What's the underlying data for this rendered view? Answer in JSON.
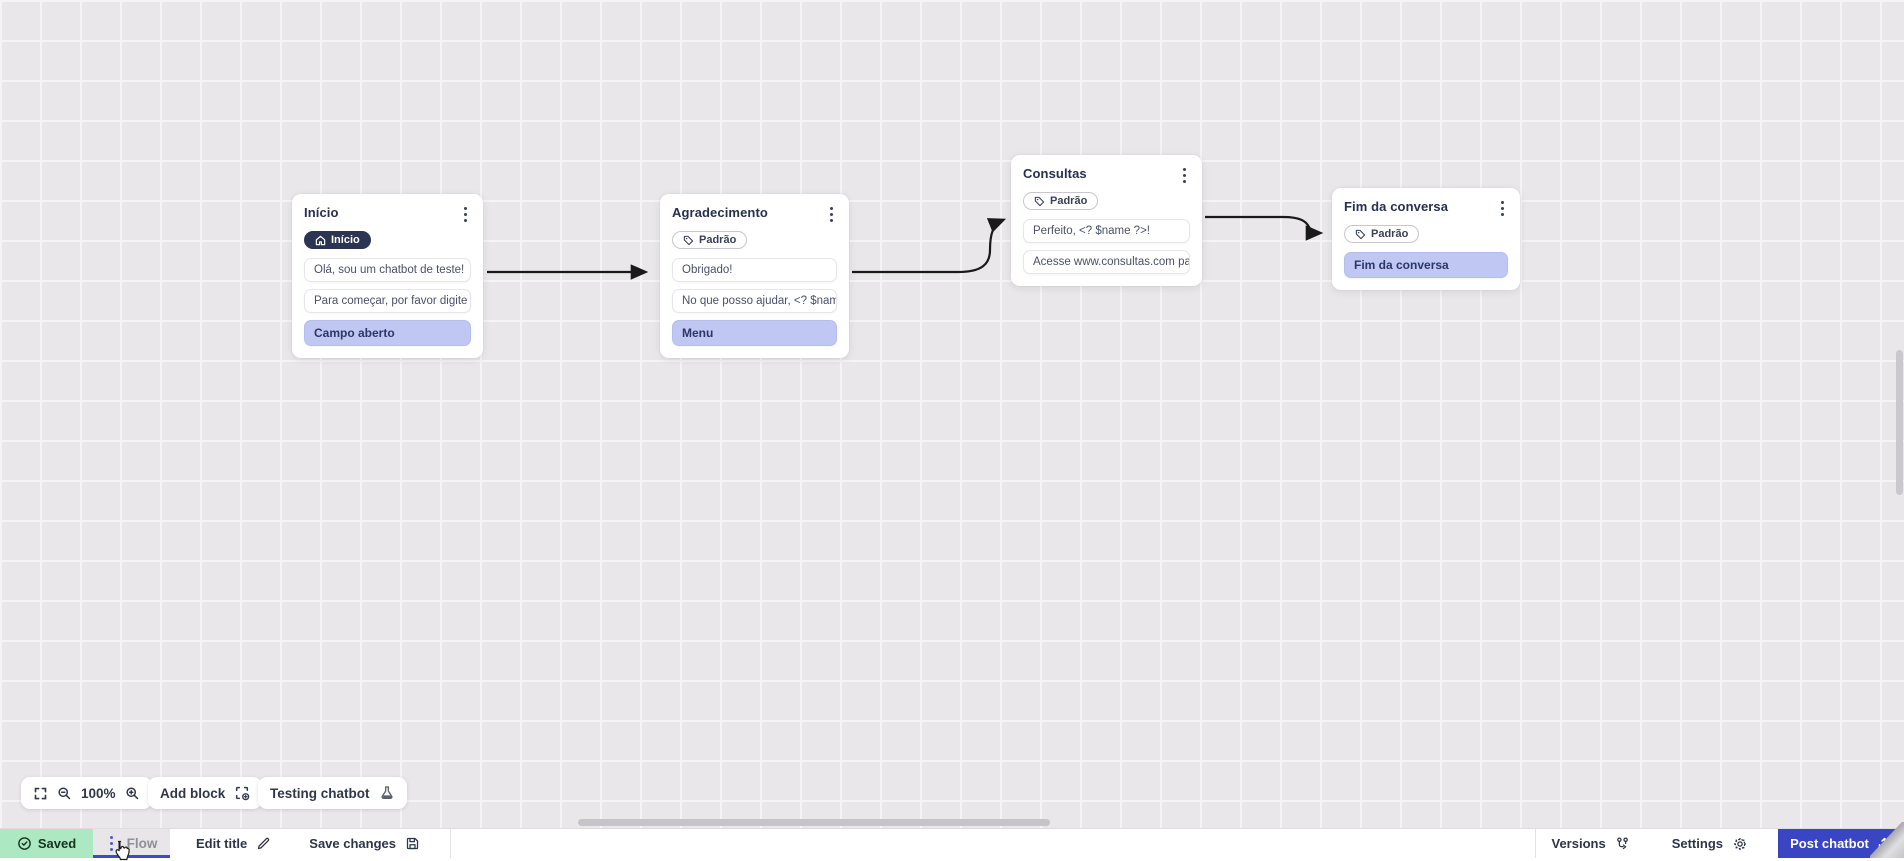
{
  "colors": {
    "canvas_bg": "#e9e7e9",
    "grid_line": "#f5f3f5",
    "node_bg": "#ffffff",
    "input_card_bg": "#bfc7f2",
    "start_badge_bg": "#2c3453",
    "wire": "#191919",
    "saved_bg": "#ace8c2",
    "active_tab_underline": "#3f49cf",
    "post_button_bg": "#3a45c3"
  },
  "nodes": [
    {
      "title": "Início",
      "badge": "Início",
      "cards": [
        {
          "type": "message",
          "text": "Olá, sou um chatbot de teste!"
        },
        {
          "type": "message",
          "text": "Para começar, por favor digite o ..."
        },
        {
          "type": "input",
          "text": "Campo aberto"
        }
      ]
    },
    {
      "title": "Agradecimento",
      "badge": "Padrão",
      "cards": [
        {
          "type": "message",
          "text": "Obrigado!"
        },
        {
          "type": "message",
          "text": "No que posso ajudar, <? $name ..."
        },
        {
          "type": "input",
          "text": "Menu"
        }
      ]
    },
    {
      "title": "Consultas",
      "badge": "Padrão",
      "cards": [
        {
          "type": "message",
          "text": "Perfeito, <? $name ?>!"
        },
        {
          "type": "message",
          "text": "Acesse www.consultas.com par..."
        }
      ]
    },
    {
      "title": "Fim da conversa",
      "badge": "Padrão",
      "cards": [
        {
          "type": "input",
          "text": "Fim da conversa"
        }
      ]
    }
  ],
  "toolbar": {
    "zoom_level": "100%",
    "add_block_label": "Add block",
    "testing_label": "Testing chatbot"
  },
  "statusbar": {
    "saved_label": "Saved",
    "flow_tab_label": "Flow",
    "edit_title_label": "Edit title",
    "save_changes_label": "Save changes",
    "versions_label": "Versions",
    "settings_label": "Settings",
    "post_label": "Post chatbot"
  }
}
